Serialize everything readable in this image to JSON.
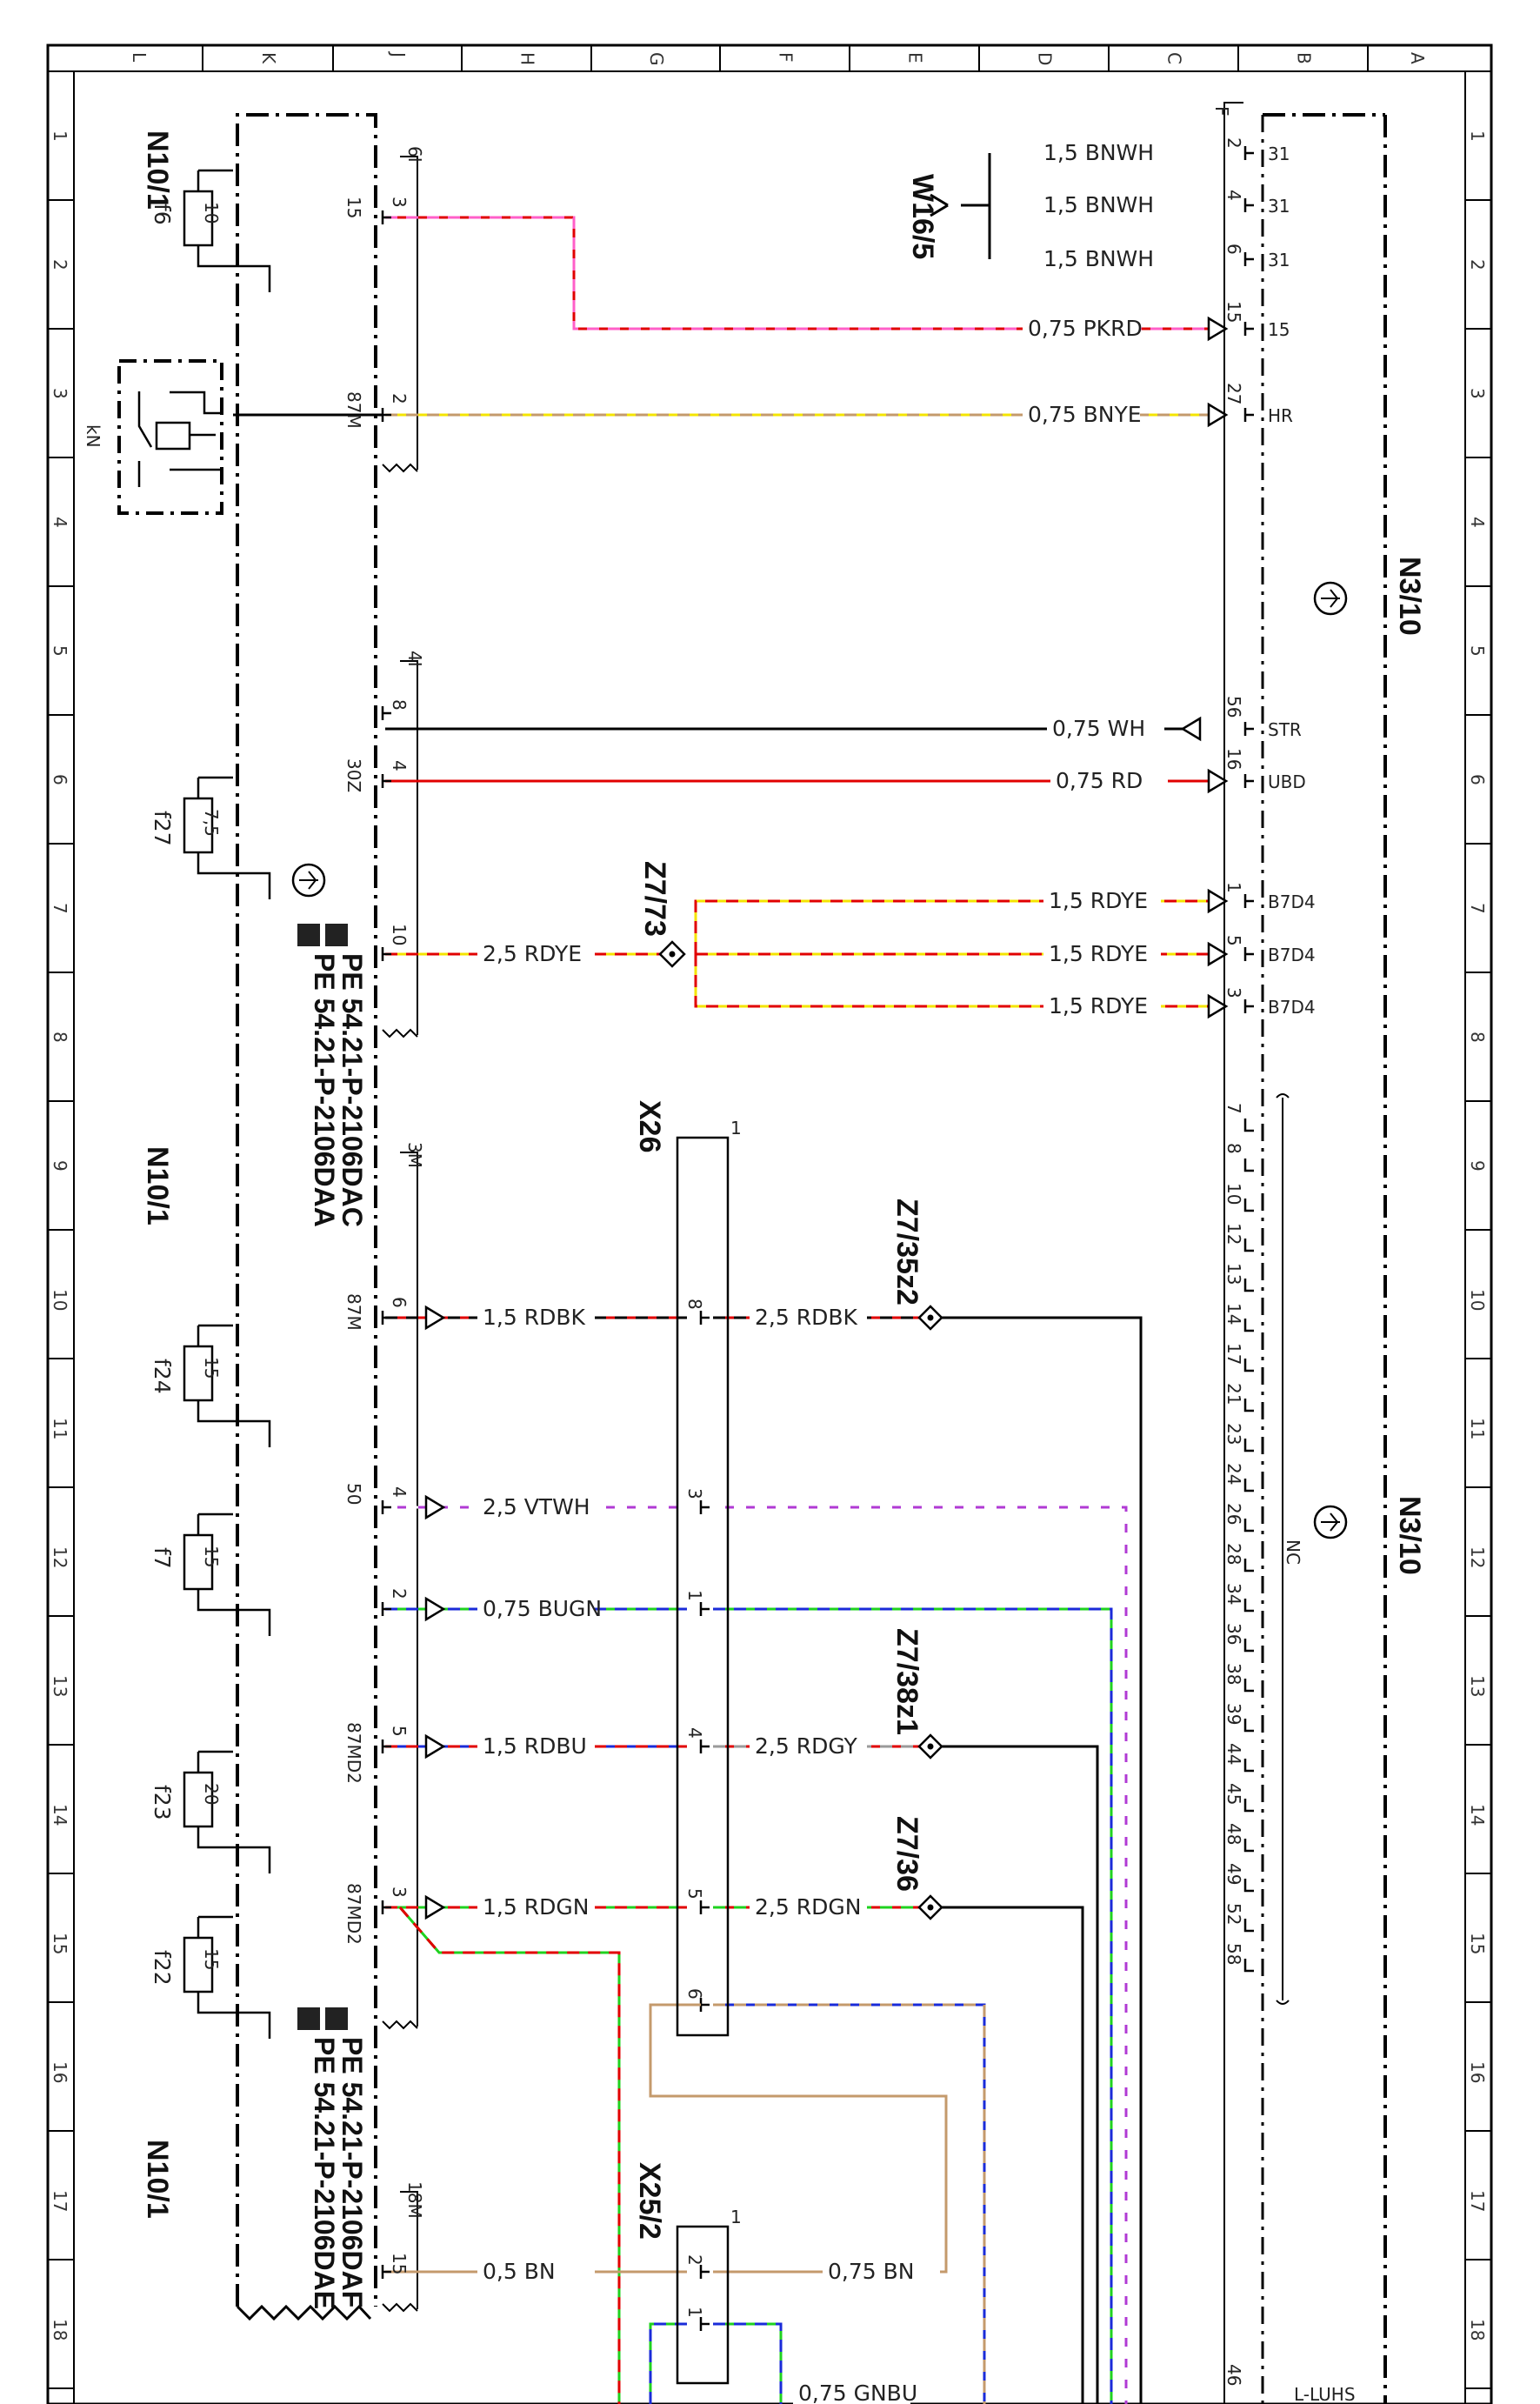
{
  "grid": {
    "columns": [
      "L",
      "K",
      "J",
      "H",
      "G",
      "F",
      "E",
      "D",
      "C",
      "B",
      "A"
    ],
    "rows": [
      "1",
      "2",
      "3",
      "4",
      "5",
      "6",
      "7",
      "8",
      "9",
      "10",
      "11",
      "12",
      "13",
      "14",
      "15",
      "16",
      "17",
      "18"
    ]
  },
  "modules": {
    "n10_1_top": "N10/1",
    "n10_1_mid": "N10/1",
    "n10_1_bot": "N10/1",
    "n3_10_top": "N3/10",
    "n3_10_bot": "N3/10"
  },
  "connectors": {
    "w16_5": "W16/5",
    "z7_73": "Z7/73",
    "x26": "X26",
    "z7_35z2": "Z7/35z2",
    "z7_38z1": "Z7/38z1",
    "z7_36": "Z7/36",
    "x25_2": "X25/2",
    "conn_6i": "6I",
    "conn_4i": "4I",
    "conn_3m": "3M",
    "conn_18m": "18M",
    "conn_f": "F",
    "x26_pin": "1",
    "x25_pin": "1"
  },
  "fuses": {
    "f6": "f6",
    "f6_val": "10",
    "f27": "f27",
    "f27_val": "7,5",
    "f24": "f24",
    "f24_val": "15",
    "f7": "f7",
    "f7_val": "15",
    "f23": "f23",
    "f23_val": "20",
    "f22": "f22",
    "f22_val": "15",
    "relay": "kN"
  },
  "references": {
    "pe_a": "PE 54.21-P-2106DAA",
    "pe_b": "PE 54.21-P-2106DAC",
    "pe_c": "PE 54.21-P-2106DAE",
    "pe_d": "PE 54.21-P-2106DAF"
  },
  "wires": {
    "w1": "1,5 BNWH",
    "w2": "1,5 BNWH",
    "w3": "1,5 BNWH",
    "w4": "0,75 PKRD",
    "w5": "0,75 BNYE",
    "w6": "0,75 WH",
    "w7": "0,75 RD",
    "w8": "1,5 RDYE",
    "w9": "1,5 RDYE",
    "w10": "1,5 RDYE",
    "w11": "2,5 RDYE",
    "w12": "1,5 RDBK",
    "w13": "2,5 RDBK",
    "w14": "2,5 VTWH",
    "w15": "0,75 BUGN",
    "w16": "1,5 RDBU",
    "w17": "2,5 RDGY",
    "w18": "1,5 RDGN",
    "w19": "2,5 RDGN",
    "w20": "0,5 BN",
    "w21": "0,75 BN",
    "w22": "0,75 GNBU"
  },
  "pins": {
    "n31a": "31",
    "n31b": "31",
    "n31c": "31",
    "p2": "2",
    "p4": "4",
    "p6": "6",
    "n15": "15",
    "p15": "15",
    "hr": "HR",
    "p27": "27",
    "str": "STR",
    "p56": "56",
    "ubd": "UBD",
    "p16": "16",
    "b7d4a": "B7D4",
    "b7d4b": "B7D4",
    "b7d4c": "B7D4",
    "p1": "1",
    "p5": "5",
    "p3": "3",
    "nc": "NC",
    "p46": "46",
    "luhs": "L-LUHS",
    "nc_pins": [
      "7",
      "8",
      "10",
      "12",
      "13",
      "14",
      "17",
      "21",
      "23",
      "24",
      "26",
      "28",
      "34",
      "36",
      "38",
      "39",
      "44",
      "45",
      "48",
      "49",
      "52",
      "58"
    ],
    "j_15": "15",
    "j_87m": "87M",
    "j_30z": "30Z",
    "j_87m2": "87M",
    "j_50": "50",
    "j_87md2a": "87MD2",
    "j_87md2b": "87MD2",
    "i6_3": "3",
    "i6_2": "2",
    "i4_8": "8",
    "i4_4": "4",
    "i4_10": "10",
    "m3_6": "6",
    "m3_4": "4",
    "m3_2": "2",
    "m3_5": "5",
    "m3_3": "3",
    "m18_15": "15",
    "x26_8": "8",
    "x26_3": "3",
    "x26_1": "1",
    "x26_4": "4",
    "x26_5": "5",
    "x26_6": "6",
    "x25_2p": "2",
    "x25_1p": "1"
  }
}
